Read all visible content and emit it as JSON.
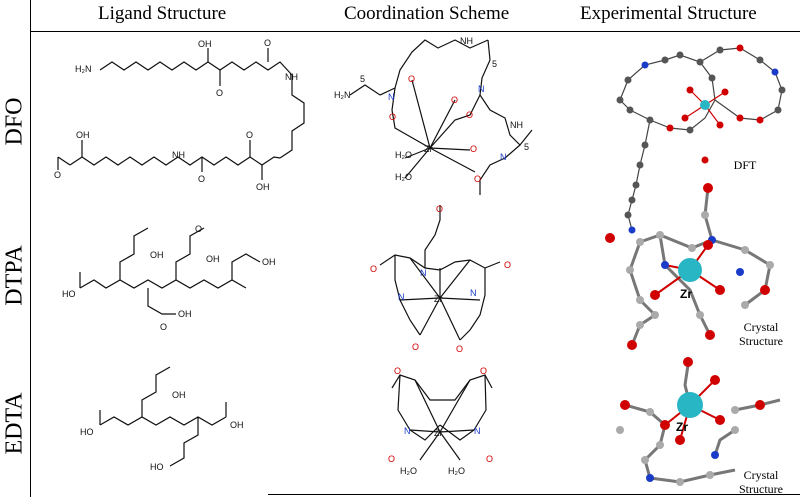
{
  "header": {
    "col_ligand": "Ligand Structure",
    "col_coordination": "Coordination Scheme",
    "col_experimental": "Experimental Structure"
  },
  "rows": [
    {
      "label": "DFO",
      "caption": "DFT",
      "zr": ""
    },
    {
      "label": "DTPA",
      "caption": "Crystal\nStructure",
      "zr": "Zr"
    },
    {
      "label": "EDTA",
      "caption": "Crystal\nStructure",
      "zr": "Zr"
    }
  ],
  "atoms": {
    "h2n": "H₂N",
    "nh": "NH",
    "oh": "OH",
    "o": "O",
    "n": "N",
    "zr": "Zr",
    "h2o": "H₂O",
    "ho": "HO",
    "sub5": "5"
  },
  "colors": {
    "oxygen": "#d00000",
    "nitrogen": "#1a3cc8",
    "zirconium": "#29b6c4",
    "carbon": "#9a9a9a",
    "hydrogen": "#dcdcdc"
  }
}
